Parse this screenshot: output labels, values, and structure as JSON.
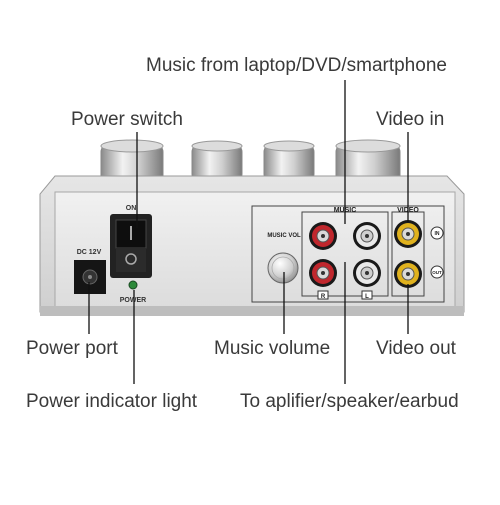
{
  "callouts": {
    "music_in": "Music from laptop/DVD/smartphone",
    "power_switch": "Power switch",
    "video_in": "Video in",
    "power_port": "Power port",
    "music_volume": "Music volume",
    "video_out": "Video out",
    "power_indicator": "Power indicator light",
    "audio_out": "To aplifier/speaker/earbud"
  },
  "panel_labels": {
    "on": "ON",
    "dc": "DC 12V",
    "power": "POWER",
    "music_vol": "MUSIC VOL",
    "music": "MUSIC",
    "video": "VIDEO",
    "in": "IN",
    "out": "OUT",
    "r": "R",
    "l": "L"
  },
  "colors": {
    "callout_text": "#3a3a3a",
    "leader_line": "#111111",
    "rca_red": "#c0272d",
    "rca_white": "#e9e9e9",
    "rca_yellow": "#e0b21e",
    "power_led": "#2c8a3a"
  }
}
